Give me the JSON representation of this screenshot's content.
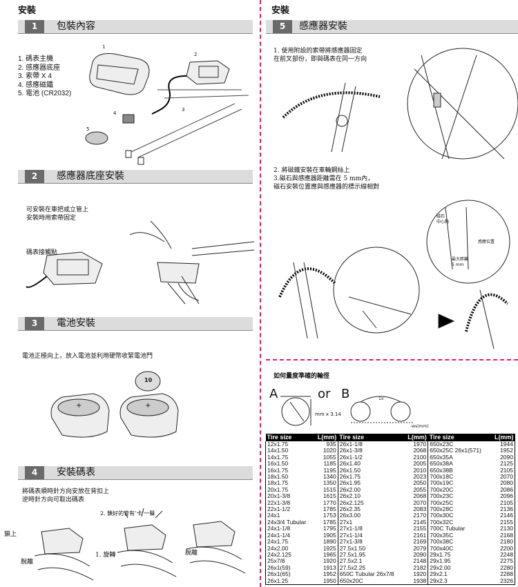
{
  "left_header": "安裝",
  "right_header": "安裝",
  "sections": {
    "s1": {
      "num": "1",
      "title": "包裝內容"
    },
    "s2": {
      "num": "2",
      "title": "感應器底座安裝"
    },
    "s3": {
      "num": "3",
      "title": "電池安裝"
    },
    "s4": {
      "num": "4",
      "title": "安裝碼表"
    },
    "s5": {
      "num": "5",
      "title": "感應器安裝"
    }
  },
  "package_list": [
    "1. 碼表主機",
    "2. 感應器底座",
    "3. 索帶 X 4",
    "4. 感應磁鐵",
    "5. 電池 (CR2032)"
  ],
  "package_callouts": [
    "1",
    "2",
    "3",
    "4",
    "5"
  ],
  "s2_text": [
    "可安裝在車把或立管上",
    "安裝時用索帶固定"
  ],
  "s2_label": "碼表接觸點",
  "s3_text": "電池正極向上，放入電池並利用硬幣收緊電池門",
  "s3_plus": "+",
  "s3_coin": "10",
  "s4_text": [
    "將碼表順時針方向安放在背扣上",
    "逆時針方向可取出碼表"
  ],
  "s4_labels": {
    "lock": "鎖上",
    "release1": "脫離",
    "step1": "1. 旋轉",
    "step2": "2. 鎖好的會有‘卡’一聲",
    "release2": "脫離"
  },
  "s5_text1": [
    "1. 使用附設的索帶將感應器固定",
    "在前叉部份，即與碼表在同一方向"
  ],
  "s5_text2": [
    "2. 將磁鐵安裝在車輪鋼絲上",
    "3.磁石與感應器距離需在 5 mm內，",
    "磁石安裝位置應與感應器的標示線相對"
  ],
  "s5_labels": {
    "magnet_center": [
      "磁石",
      "中心點"
    ],
    "sensor_pos": "感應位置",
    "max_dist": [
      "最大距離",
      "5 mm"
    ]
  },
  "wheel_title": "如何量度準確的輪徑",
  "wheel_A": "A",
  "wheel_or": "or",
  "wheel_B": "B",
  "wheel_formula": "mm x 3.14",
  "wheel_1x": "1x",
  "wheel_ws": "-ws(mm)",
  "table": {
    "col_header": "Tire size",
    "val_header": "L(mm)",
    "columns": [
      [
        [
          "12x1.75",
          "935"
        ],
        [
          "14x1.50",
          "1020"
        ],
        [
          "14x1.75",
          "1055"
        ],
        [
          "16x1.50",
          "1185"
        ],
        [
          "16x1.75",
          "1195"
        ],
        [
          "18x1.50",
          "1340"
        ],
        [
          "18x1.75",
          "1350"
        ],
        [
          "20x1.75",
          "1515"
        ],
        [
          "20x1-3/8",
          "1615"
        ],
        [
          "22x1-3/8",
          "1770"
        ],
        [
          "22x1-1/2",
          "1785"
        ],
        [
          "24x1",
          "1753"
        ],
        [
          "24x3/4 Tubular",
          "1785"
        ],
        [
          "24x1-1/8",
          "1795"
        ],
        [
          "24x1-1/4",
          "1905"
        ],
        [
          "24x1.75",
          "1890"
        ],
        [
          "24x2.00",
          "1925"
        ],
        [
          "24x2.125",
          "1965"
        ],
        [
          "25x7/8",
          "1920"
        ],
        [
          "26x1(59)",
          "1913"
        ],
        [
          "26x1(65)",
          "1952"
        ],
        [
          "26x1.25",
          "1950"
        ]
      ],
      [
        [
          "26x1-1/8",
          "1970"
        ],
        [
          "26x1-3/8",
          "2068"
        ],
        [
          "26x1-1/2",
          "2100"
        ],
        [
          "26x1.40",
          "2005"
        ],
        [
          "26x1.50",
          "2010"
        ],
        [
          "26x1.75",
          "2023"
        ],
        [
          "26x1.95",
          "2050"
        ],
        [
          "26x2.00",
          "2055"
        ],
        [
          "26x2.10",
          "2068"
        ],
        [
          "26x2.125",
          "2070"
        ],
        [
          "26x2.35",
          "2083"
        ],
        [
          "26x3.00",
          "2170"
        ],
        [
          "27x1",
          "2145"
        ],
        [
          "27x1-1/8",
          "2155"
        ],
        [
          "27x1-1/4",
          "2161"
        ],
        [
          "27x1-3/8",
          "2169"
        ],
        [
          "27.5x1.50",
          "2079"
        ],
        [
          "27.5x1.95",
          "2090"
        ],
        [
          "27.5x2.1",
          "2148"
        ],
        [
          "27.5x2.25",
          "2182"
        ],
        [
          "650C Tubular 26x7/8",
          "1920"
        ],
        [
          "650x20C",
          "1938"
        ]
      ],
      [
        [
          "650x23C",
          "1944"
        ],
        [
          "650x25C 26x1(571)",
          "1952"
        ],
        [
          "650x35A",
          "2090"
        ],
        [
          "650x38A",
          "2125"
        ],
        [
          "650x38B",
          "2105"
        ],
        [
          "700x18C",
          "2070"
        ],
        [
          "700x19C",
          "2080"
        ],
        [
          "700x20C",
          "2086"
        ],
        [
          "700x23C",
          "2096"
        ],
        [
          "700x25C",
          "2105"
        ],
        [
          "700x28C",
          "2136"
        ],
        [
          "700x30C",
          "2146"
        ],
        [
          "700x32C",
          "2155"
        ],
        [
          "700C  Tubular",
          "2130"
        ],
        [
          "700x35C",
          "2168"
        ],
        [
          "700x38C",
          "2180"
        ],
        [
          "700x40C",
          "2200"
        ],
        [
          "29x1.75",
          "2248"
        ],
        [
          "29x1.95",
          "2275"
        ],
        [
          "29x2.00",
          "2280"
        ],
        [
          "29x2.1",
          "2288"
        ],
        [
          "29x2.3",
          "2326"
        ]
      ]
    ]
  }
}
